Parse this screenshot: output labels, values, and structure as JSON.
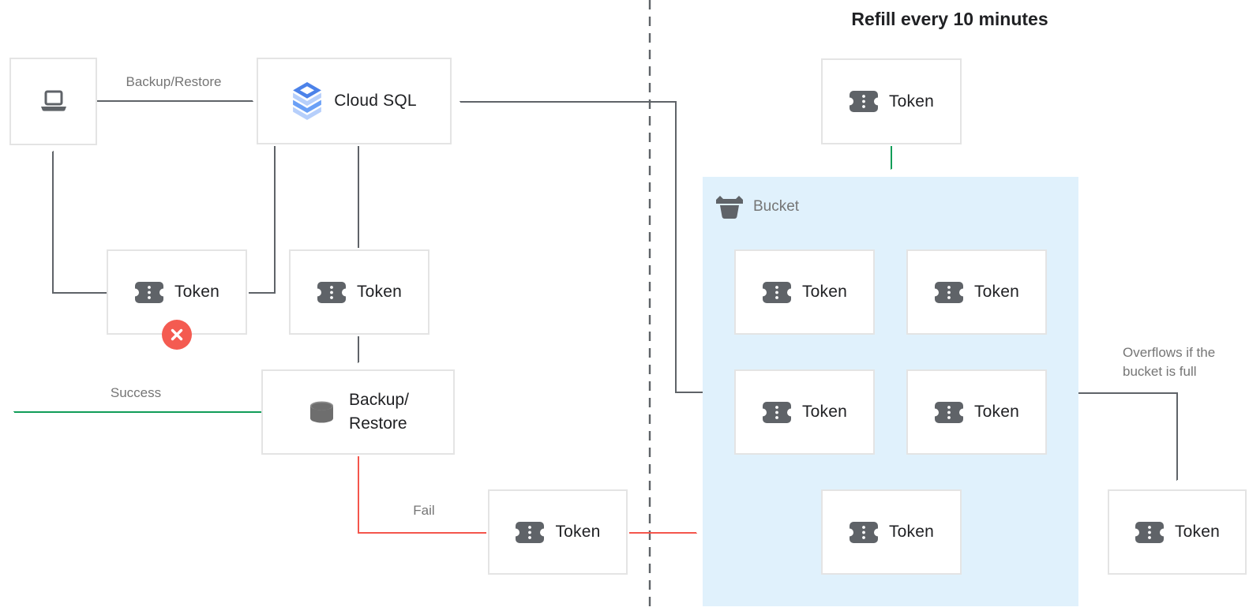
{
  "title": "Refill every 10 minutes",
  "nodes": {
    "cloud_sql": {
      "label": "Cloud SQL"
    },
    "backup_restore": {
      "line1": "Backup/",
      "line2": "Restore"
    },
    "token": {
      "label": "Token"
    },
    "bucket": {
      "label": "Bucket"
    }
  },
  "edges": {
    "backup_restore_request": "Backup/Restore",
    "success": "Success",
    "fail": "Fail",
    "overflow_line1": "Overflows if the",
    "overflow_line2": "bucket is full"
  },
  "icons": {
    "client": "laptop-icon",
    "cloud_sql": "cloud-sql-stack-icon",
    "token": "ticket-icon",
    "backup_restore": "database-icon",
    "bucket": "bucket-icon",
    "rejected": "red-x-badge-icon"
  },
  "colors": {
    "line_gray": "#5f6368",
    "text_dark": "#202124",
    "text_gray": "#757575",
    "border_gray": "#e4e4e4",
    "accent_green": "#109d58",
    "accent_red": "#f4564c",
    "badge_red": "#f45b51",
    "bucket_bg": "#e0f1fc",
    "sql_blue": "#4c82e9",
    "sql_light": "#b6cffb",
    "sql_mid": "#6ba0f6"
  }
}
